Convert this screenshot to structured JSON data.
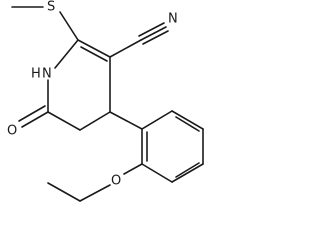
{
  "structure": {
    "atoms": {
      "methyl_s": "S",
      "nitrile_n": "N",
      "ring_nh": "H",
      "ring_n": "N",
      "carbonyl_o": "O",
      "ether_o": "O"
    }
  }
}
